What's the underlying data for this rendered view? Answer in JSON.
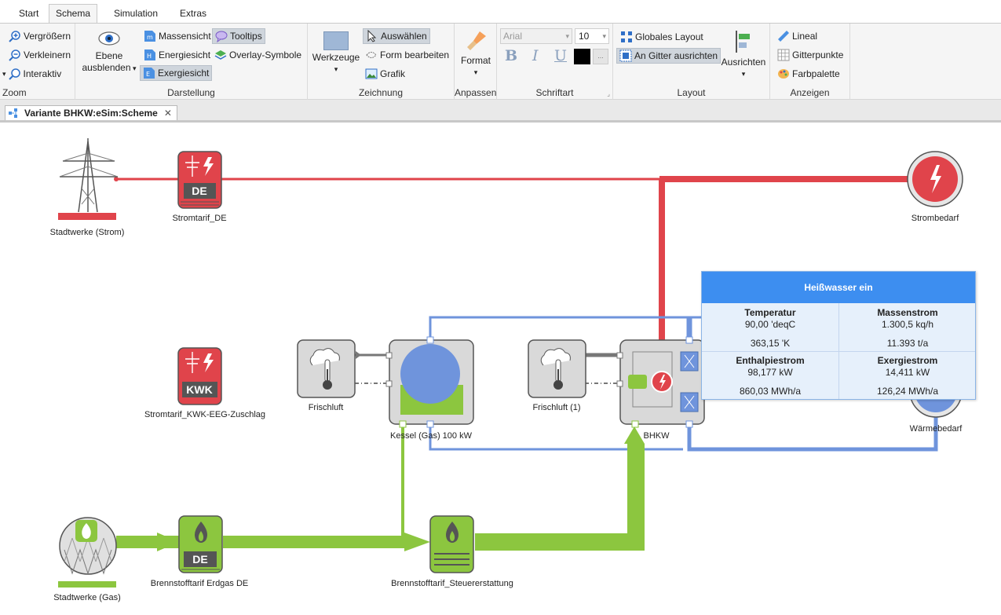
{
  "ribbon": {
    "tabs": [
      "Start",
      "Schema",
      "Simulation",
      "Extras"
    ],
    "active_tab": "Schema",
    "zoom": {
      "label": "Zoom",
      "zoom_in": "Vergrößern",
      "zoom_out": "Verkleinern",
      "interactive": "Interaktiv"
    },
    "darstellung": {
      "label": "Darstellung",
      "hide_layer_line1": "Ebene",
      "hide_layer_line2": "ausblenden",
      "mass_view": "Massensicht",
      "energy_view": "Energiesicht",
      "exergy_view": "Exergiesicht",
      "tooltips": "Tooltips",
      "overlay_symbols": "Overlay-Symbole"
    },
    "zeichnung": {
      "label": "Zeichnung",
      "tools": "Werkzeuge",
      "select": "Auswählen",
      "edit_shape": "Form bearbeiten",
      "graphic": "Grafik"
    },
    "anpassen": {
      "label": "Anpassen",
      "format": "Format"
    },
    "schriftart": {
      "label": "Schriftart",
      "font": "Arial",
      "size": "10",
      "bold": "B",
      "italic": "I",
      "underline": "U",
      "more": "..."
    },
    "layout": {
      "label": "Layout",
      "global_layout": "Globales Layout",
      "snap_grid": "An Gitter ausrichten",
      "align": "Ausrichten"
    },
    "anzeigen": {
      "label": "Anzeigen",
      "ruler": "Lineal",
      "grid_points": "Gitterpunkte",
      "color_palette": "Farbpalette"
    }
  },
  "document_tab": {
    "title": "Variante BHKW:eSim:Scheme"
  },
  "nodes": {
    "stadtwerke_strom": "Stadtwerke (Strom)",
    "stromtarif_de": "Stromtarif_DE",
    "strombedarf": "Strombedarf",
    "stromtarif_kwk": "Stromtarif_KWK-EEG-Zuschlag",
    "frischluft": "Frischluft",
    "kessel": "Kessel (Gas) 100 kW",
    "frischluft_1": "Frischluft (1)",
    "bhkw": "BHKW",
    "waermebedarf": "Wärmebedarf",
    "stadtwerke_gas": "Stadtwerke (Gas)",
    "brennstofftarif_erdgas": "Brennstofftarif Erdgas DE",
    "brennstofftarif_steuer": "Brennstofftarif_Steuererstattung",
    "badge_de": "DE",
    "badge_kwk": "KWK"
  },
  "popup": {
    "title": "Heißwasser ein",
    "temperatur": {
      "label": "Temperatur",
      "v1": "90,00 'deqC",
      "v2": "363,15 'K"
    },
    "massenstrom": {
      "label": "Massenstrom",
      "v1": "1.300,5 kq/h",
      "v2": "11.393 t/a"
    },
    "enthalpiestrom": {
      "label": "Enthalpiestrom",
      "v1": "98,177 kW",
      "v2": "860,03 MWh/a"
    },
    "exergiestrom": {
      "label": "Exergiestrom",
      "v1": "14,411 kW",
      "v2": "126,24 MWh/a"
    }
  },
  "colors": {
    "electric": "#e0444b",
    "heat": "#6f94dc",
    "gas": "#8cc63f",
    "popup_header": "#3d8ef0"
  }
}
